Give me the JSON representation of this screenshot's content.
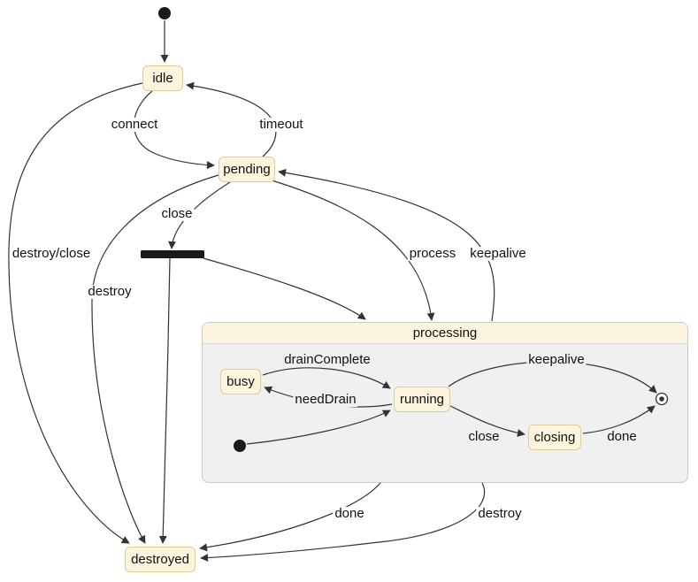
{
  "diagram": {
    "type": "state-diagram",
    "states": {
      "idle": {
        "label": "idle"
      },
      "pending": {
        "label": "pending"
      },
      "processing": {
        "label": "processing",
        "type": "composite"
      },
      "busy": {
        "label": "busy"
      },
      "running": {
        "label": "running"
      },
      "closing": {
        "label": "closing"
      },
      "destroyed": {
        "label": "destroyed"
      }
    },
    "pseudostates": {
      "initial_top": "initial-state-dot",
      "fork_bar": "fork-join-bar",
      "initial_inner": "initial-state-dot",
      "final_inner": "final-state-circle"
    },
    "transitions": [
      {
        "from": "start",
        "to": "idle",
        "label": ""
      },
      {
        "from": "idle",
        "to": "pending",
        "label": "connect"
      },
      {
        "from": "pending",
        "to": "idle",
        "label": "timeout"
      },
      {
        "from": "pending",
        "to": "fork",
        "label": "close"
      },
      {
        "from": "fork",
        "to": "processing",
        "label": ""
      },
      {
        "from": "fork",
        "to": "destroyed",
        "label": ""
      },
      {
        "from": "pending",
        "to": "processing",
        "label": "process"
      },
      {
        "from": "processing",
        "to": "pending",
        "label": "keepalive"
      },
      {
        "from": "idle",
        "to": "destroyed",
        "label": "destroy/close"
      },
      {
        "from": "pending",
        "to": "destroyed",
        "label": "destroy"
      },
      {
        "from": "processing",
        "to": "destroyed",
        "label": "done"
      },
      {
        "from": "processing",
        "to": "destroyed",
        "label": "destroy"
      },
      {
        "from": "start_inner",
        "to": "running",
        "label": ""
      },
      {
        "from": "busy",
        "to": "running",
        "label": "drainComplete"
      },
      {
        "from": "running",
        "to": "busy",
        "label": "needDrain"
      },
      {
        "from": "running",
        "to": "final_inner",
        "label": "keepalive"
      },
      {
        "from": "running",
        "to": "closing",
        "label": "close"
      },
      {
        "from": "closing",
        "to": "final_inner",
        "label": "done"
      }
    ],
    "colors": {
      "state_fill": "#fcf4dc",
      "state_border": "#e0cb99",
      "composite_body": "#f0f0f0",
      "composite_border": "#c9c9c9",
      "edge": "#333333",
      "text": "#111111",
      "background": "#ffffff"
    }
  }
}
